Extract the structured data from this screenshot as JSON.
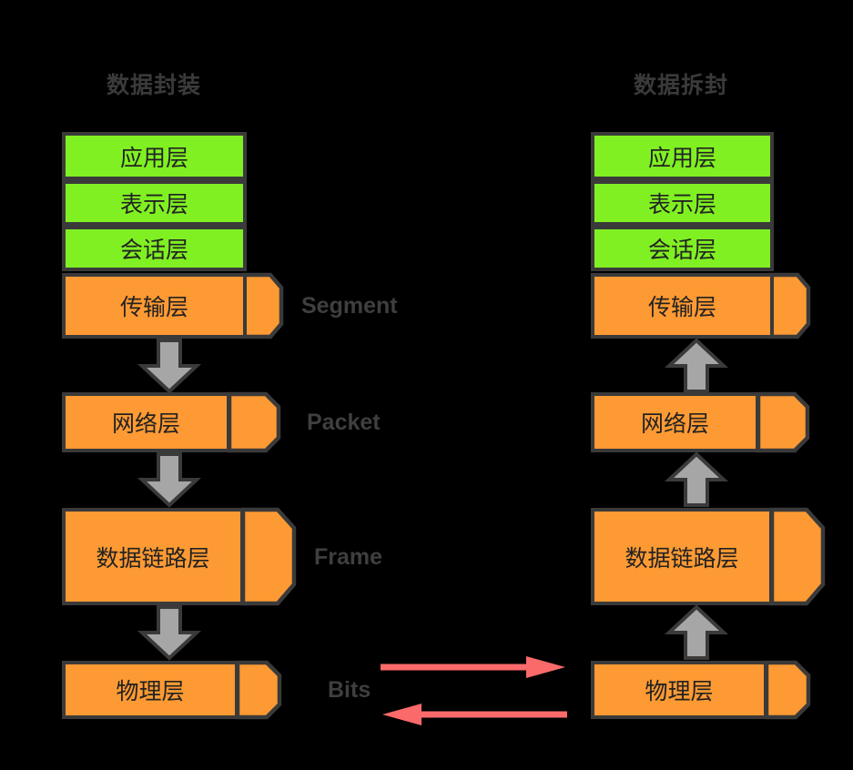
{
  "diagram": {
    "title_left": "数据封装",
    "title_right": "数据拆封",
    "colors": {
      "background": "#000000",
      "green": "#80f022",
      "orange": "#fd9a33",
      "stroke": "#3a3a3a",
      "arrow_gray": "#a6a6a6",
      "arrow_red": "#fb6a6a",
      "text": "#222222",
      "title_text": "#3a3a3a"
    },
    "pdu_labels": [
      {
        "text": "Segment"
      },
      {
        "text": "Packet"
      },
      {
        "text": "Frame"
      },
      {
        "text": "Bits"
      }
    ],
    "left_column": {
      "name": "数据封装",
      "direction": "down",
      "layers": [
        {
          "label": "应用层",
          "color": "green",
          "has_header": false
        },
        {
          "label": "表示层",
          "color": "green",
          "has_header": false
        },
        {
          "label": "会话层",
          "color": "green",
          "has_header": false
        },
        {
          "label": "传输层",
          "color": "orange",
          "has_header": true
        },
        {
          "label": "网络层",
          "color": "orange",
          "has_header": true
        },
        {
          "label": "数据链路层",
          "color": "orange",
          "has_header": true
        },
        {
          "label": "物理层",
          "color": "orange",
          "has_header": true
        }
      ]
    },
    "right_column": {
      "name": "数据拆封",
      "direction": "up",
      "layers": [
        {
          "label": "应用层",
          "color": "green",
          "has_header": false
        },
        {
          "label": "表示层",
          "color": "green",
          "has_header": false
        },
        {
          "label": "会话层",
          "color": "green",
          "has_header": false
        },
        {
          "label": "传输层",
          "color": "orange",
          "has_header": true
        },
        {
          "label": "网络层",
          "color": "orange",
          "has_header": true
        },
        {
          "label": "数据链路层",
          "color": "orange",
          "has_header": true
        },
        {
          "label": "物理层",
          "color": "orange",
          "has_header": true
        }
      ]
    },
    "transmission": {
      "forward_label": "",
      "reverse_label": ""
    }
  }
}
